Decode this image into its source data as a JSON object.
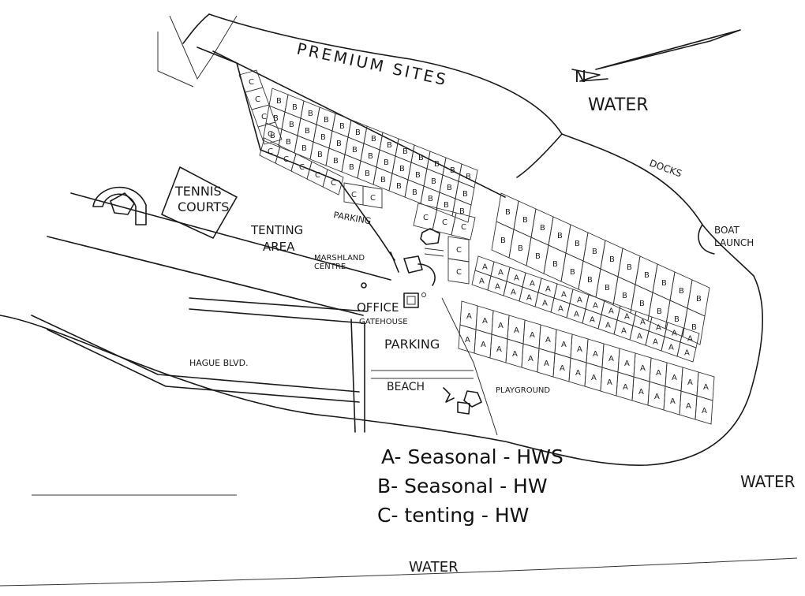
{
  "labels": {
    "premium_sites": "PREMIUM SITES",
    "water_top": "WATER",
    "water_right": "WATER",
    "water_bottom": "WATER",
    "docks": "DOCKS",
    "boat_launch_1": "BOAT",
    "boat_launch_2": "LAUNCH",
    "tennis_1": "TENNIS",
    "tennis_2": "COURTS",
    "tenting_1": "TENTING",
    "tenting_2": "AREA",
    "parking_upper": "PARKING",
    "marshland_1": "MARSHLAND",
    "marshland_2": "CENTRE",
    "office": "OFFICE",
    "gatehouse": "GATEHOUSE",
    "parking_lower": "PARKING",
    "beach": "BEACH",
    "playground": "PLAYGROUND",
    "hague_blvd": "HAGUE BLVD.",
    "north": "N"
  },
  "legend": {
    "a": "A- Seasonal - HWS",
    "b": "B- Seasonal - HW",
    "c": "C- tenting - HW"
  },
  "lot_letters": {
    "a": "A",
    "b": "B",
    "c": "C"
  },
  "colors": {
    "ink": "#1a1a1a",
    "paper": "#ffffff"
  }
}
